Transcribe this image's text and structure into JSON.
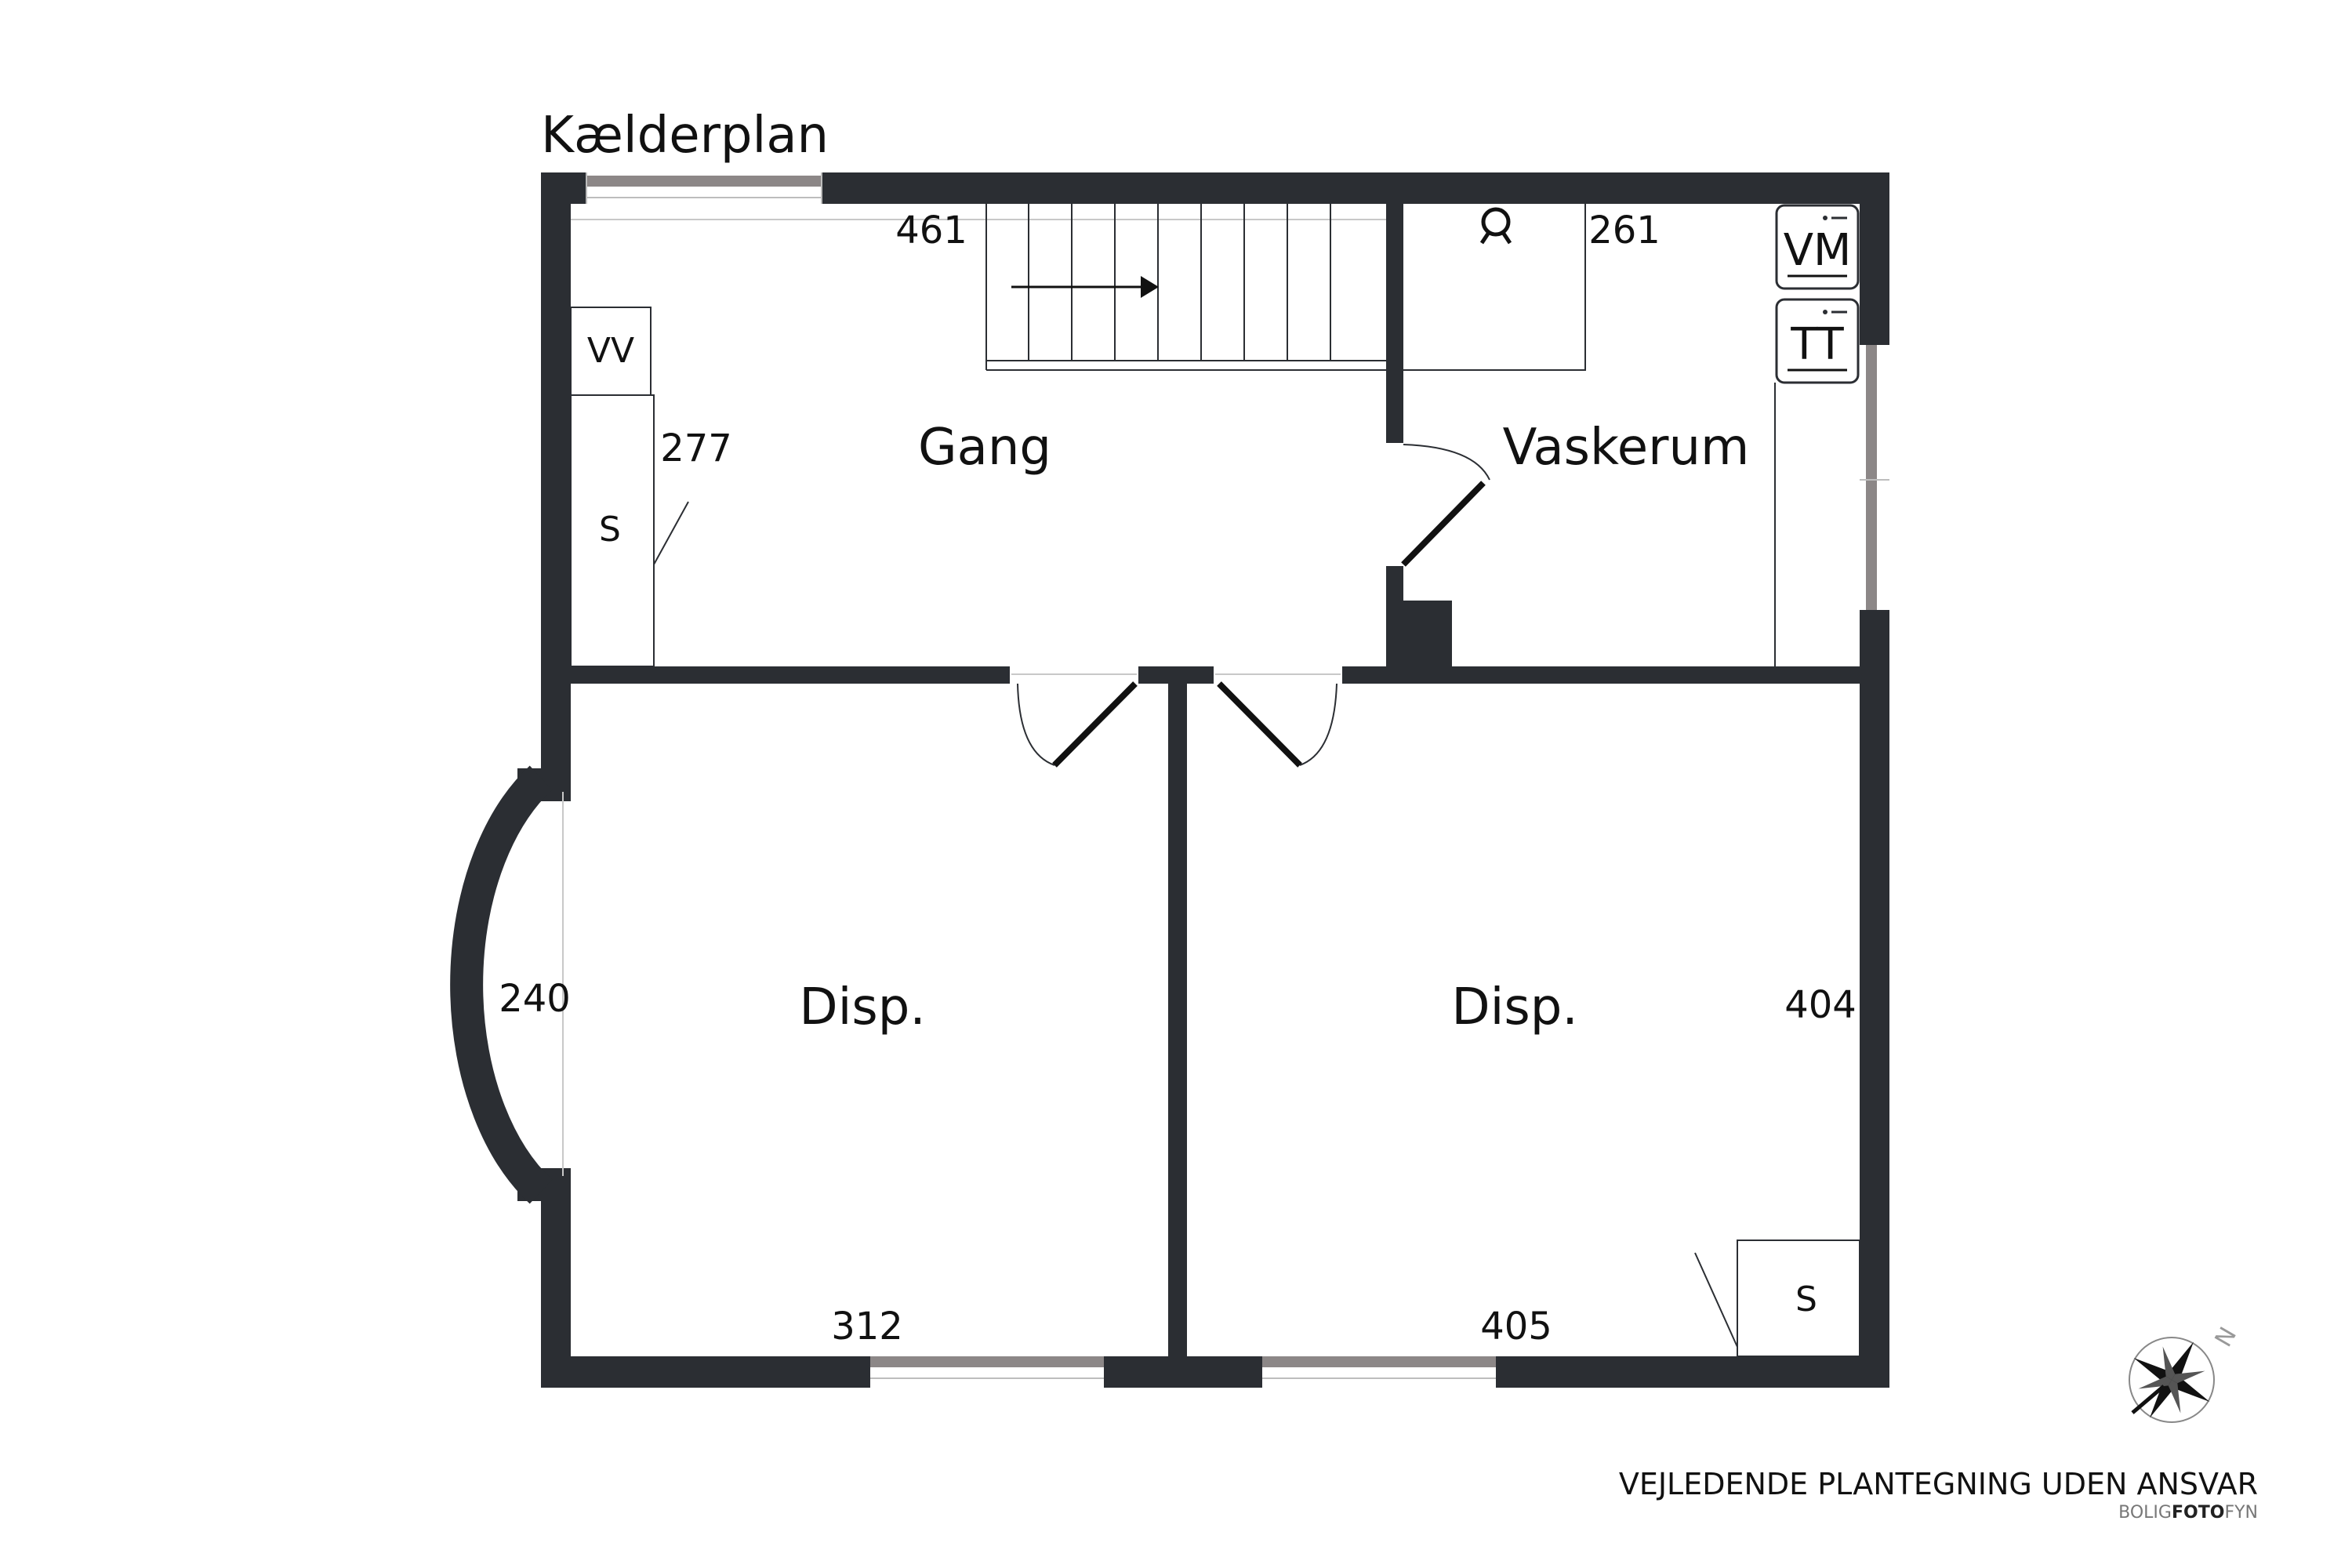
{
  "title": "Kælderplan",
  "rooms": {
    "gang": "Gang",
    "vaskerum": "Vaskerum",
    "disp_left": "Disp.",
    "disp_right": "Disp."
  },
  "dimensions": {
    "gang_width": "461",
    "gang_depth": "277",
    "vaskerum_width": "261",
    "disp_left_depth": "240",
    "disp_left_width": "312",
    "disp_right_depth": "404",
    "disp_right_width": "405"
  },
  "fixtures": {
    "water_heater": "VV",
    "cabinet_gang": "S",
    "cabinet_disp": "S",
    "washing_machine": "VM",
    "tumble_dryer": "TT"
  },
  "footer": {
    "disclaimer": "VEJLEDENDE PLANTEGNING UDEN ANSVAR",
    "brand_prefix": "BOLIG",
    "brand_bold": "FOTO",
    "brand_suffix": "FYN"
  },
  "compass": {
    "north_label": "N"
  },
  "colors": {
    "wall": "#2b2e33",
    "window": "#8c8787",
    "text": "#111111"
  }
}
